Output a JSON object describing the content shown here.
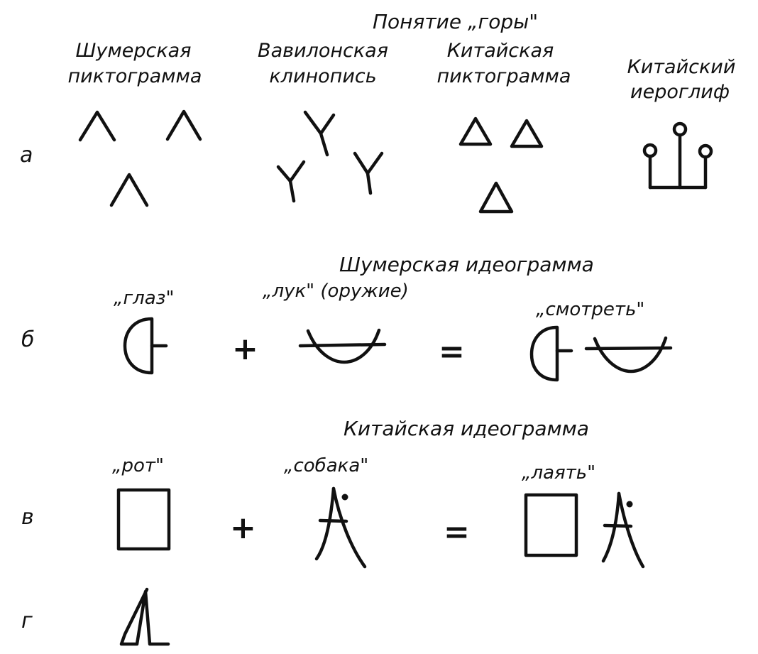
{
  "section_a": {
    "row_label": "а",
    "heading": "Понятие „горы\"",
    "col1": [
      "Шумерская",
      "пиктограмма"
    ],
    "col2": [
      "Вавилонская",
      "клинопись"
    ],
    "col3": [
      "Китайская",
      "пиктограмма"
    ],
    "col4": [
      "Китайский",
      "иероглиф"
    ]
  },
  "section_b": {
    "row_label": "б",
    "heading": "Шумерская идеограмма",
    "term1": "„глаз\"",
    "term2": "„лук\" (оружие)",
    "result": "„смотреть\"",
    "plus": "+",
    "equals": "="
  },
  "section_v": {
    "row_label": "в",
    "heading": "Китайская идеограмма",
    "term1": "„рот\"",
    "term2": "„собака\"",
    "result": "„лаять\"",
    "plus": "+",
    "equals": "="
  },
  "section_g": {
    "row_label": "г"
  }
}
